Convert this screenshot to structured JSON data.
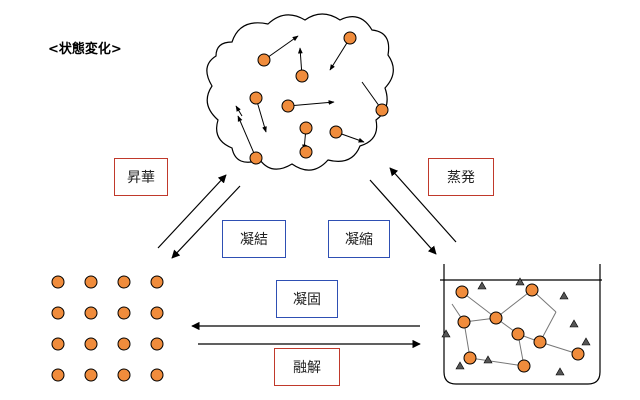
{
  "title": "<状態変化>",
  "labels": {
    "sublimation": "昇華",
    "evaporation": "蒸発",
    "deposition": "凝結",
    "condensation": "凝縮",
    "freezing": "凝固",
    "melting": "融解"
  },
  "colors": {
    "particle": "#f08c3c",
    "red_border": "#c0392b",
    "blue_border": "#2e4fb3",
    "arrow": "#000000",
    "vapor_triangle": "#555555"
  },
  "icons": {
    "gas": "cloud-with-moving-particles",
    "solid": "regular-particle-grid",
    "liquid": "beaker-with-linked-particles"
  }
}
